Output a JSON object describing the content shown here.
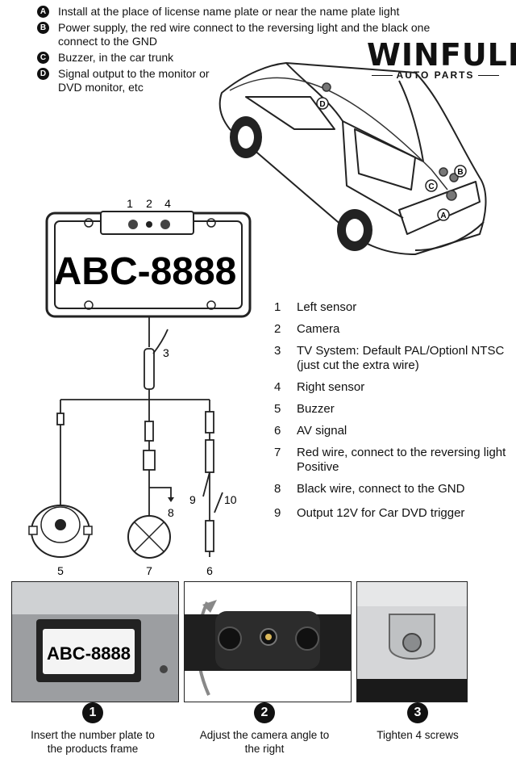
{
  "install_notes": [
    {
      "letter": "A",
      "text": "Install at the place of license name plate or near the name plate light"
    },
    {
      "letter": "B",
      "text": "Power supply, the red wire connect to the reversing light and the black one connect to the GND"
    },
    {
      "letter": "C",
      "text": "Buzzer, in the car trunk"
    },
    {
      "letter": "D",
      "text": "Signal output to the monitor or DVD monitor, etc"
    }
  ],
  "brand": {
    "name": "WINFULL",
    "tagline": "AUTO PARTS"
  },
  "car_markers": [
    "A",
    "B",
    "C",
    "D"
  ],
  "plate": {
    "text": "ABC-8888",
    "text_left": "ABC",
    "text_right": "8888",
    "top_labels": [
      "1",
      "2",
      "4"
    ]
  },
  "wiring_labels": {
    "tv_system": "3",
    "buzzer": "5",
    "red_wire": "7",
    "gnd": "8",
    "trigger": "9",
    "extra": "10",
    "av": "6"
  },
  "legend": [
    {
      "num": "1",
      "text": "Left sensor"
    },
    {
      "num": "2",
      "text": "Camera"
    },
    {
      "num": "3",
      "text": "TV System: Default PAL/Optionl NTSC (just cut the extra wire)"
    },
    {
      "num": "4",
      "text": "Right sensor"
    },
    {
      "num": "5",
      "text": "Buzzer"
    },
    {
      "num": "6",
      "text": "AV signal"
    },
    {
      "num": "7",
      "text": "Red wire, connect to the reversing light Positive"
    },
    {
      "num": "8",
      "text": "Black wire, connect to the GND"
    },
    {
      "num": "9",
      "text": "Output 12V for Car DVD trigger"
    }
  ],
  "photo_plate_text": "ABC-8888",
  "steps": [
    {
      "num": "1",
      "text": "Insert the number plate to the products frame"
    },
    {
      "num": "2",
      "text": "Adjust the camera angle to the right"
    },
    {
      "num": "3",
      "text": "Tighten 4 screws"
    }
  ]
}
